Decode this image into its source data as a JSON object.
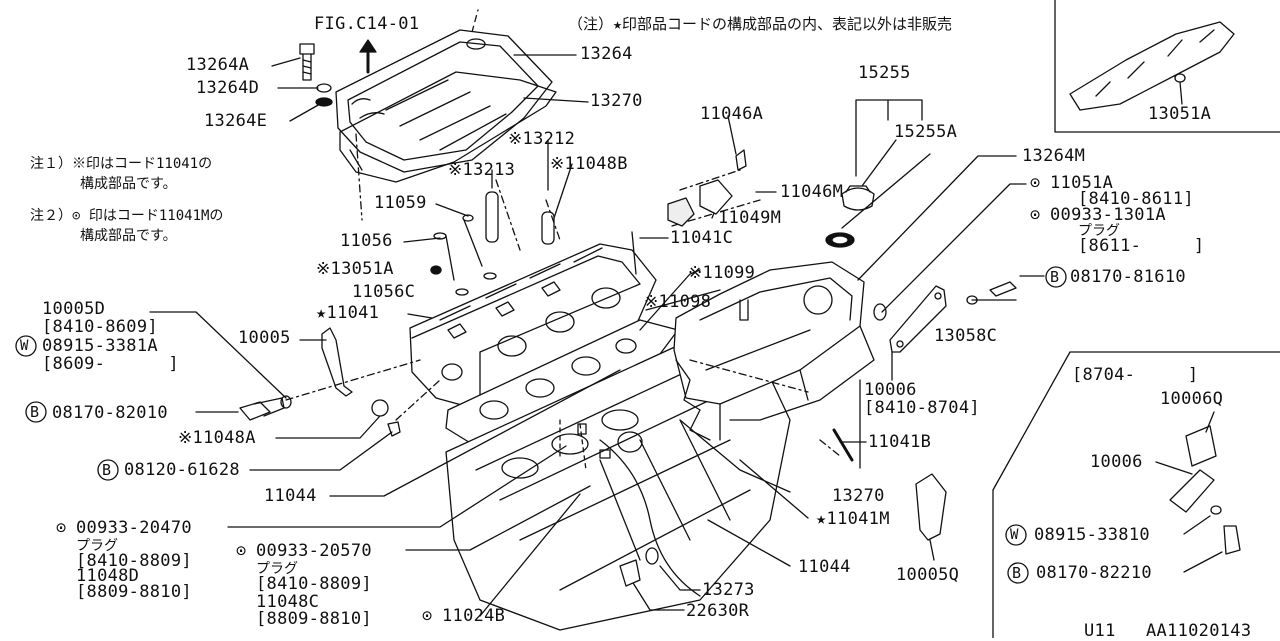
{
  "header": {
    "fig_ref": "FIG.C14-01",
    "note_top": "（注）★印部品コードの構成部品の内、表記以外は非販売"
  },
  "notes": {
    "n1_line1": "注１）※印はコード11041の",
    "n1_line2": "構成部品です。",
    "n2_line1": "注２）⊙ 印はコード11041Mの",
    "n2_line2": "構成部品です。"
  },
  "symbols": {
    "bolt_b": "B",
    "washer_w": "W",
    "dot": "⊙"
  },
  "parts": {
    "p13264A": "13264A",
    "p13264D": "13264D",
    "p13264E": "13264E",
    "p13264": "13264",
    "p13270_top": "13270",
    "p13212": "※13212",
    "p13213": "※13213",
    "p11048B": "※11048B",
    "p11046A": "11046A",
    "p11046M": "11046M",
    "p11049M": "11049M",
    "p11041C": "11041C",
    "p11059": "11059",
    "p11056": "11056",
    "p13051A_mid": "※13051A",
    "p11056C": "11056C",
    "p11099": "※11099",
    "p11098": "※11098",
    "p11041": "★11041",
    "p10005D": "10005D",
    "r8410_8609": "[8410-8609]",
    "p08915_3381A": "08915-3381A",
    "r8609": "[8609-      ]",
    "p10005": "10005",
    "p08170_82010": "08170-82010",
    "p11048A": "※11048A",
    "p08120_61628": "08120-61628",
    "p11044_left": "11044",
    "p00933_20470": "00933-20470",
    "plug1": "プラグ",
    "r8410_8809_a": "[8410-8809]",
    "p11048D": "11048D",
    "r8809_8810_a": "[8809-8810]",
    "p00933_20570": "00933-20570",
    "plug2": "プラグ",
    "r8410_8809_b": "[8410-8809]",
    "p11048C": "11048C",
    "r8809_8810_b": "[8809-8810]",
    "p11024B": "11024B",
    "p22630R": "22630R",
    "p13273": "13273",
    "p11044_right": "11044",
    "p10005Q": "10005Q",
    "p11041M": "★11041M",
    "p13270_low": "13270",
    "p11041B": "11041B",
    "p10006": "10006",
    "r8410_8704": "[8410-8704]",
    "p13058C": "13058C",
    "p08170_81610": "08170-81610",
    "p15255": "15255",
    "p15255A": "15255A",
    "p13264M": "13264M",
    "p11051A": "11051A",
    "r8410_8611": "[8410-8611]",
    "p00933_1301A": "00933-1301A",
    "plug3": "プラグ",
    "r8611": "[8611-     ]",
    "p13051A_inset": "13051A",
    "r8704": "[8704-     ]",
    "p10006Q": "10006Q",
    "p10006_inset": "10006",
    "p08915_33810": "08915-33810",
    "p08170_82210": "08170-82210"
  },
  "footer": {
    "code_u": "U11",
    "code_a": "AA11020143"
  },
  "icon_names": [
    "up-arrow-icon",
    "bolt-b-icon",
    "washer-w-icon",
    "dot-circle-icon",
    "star-icon"
  ]
}
